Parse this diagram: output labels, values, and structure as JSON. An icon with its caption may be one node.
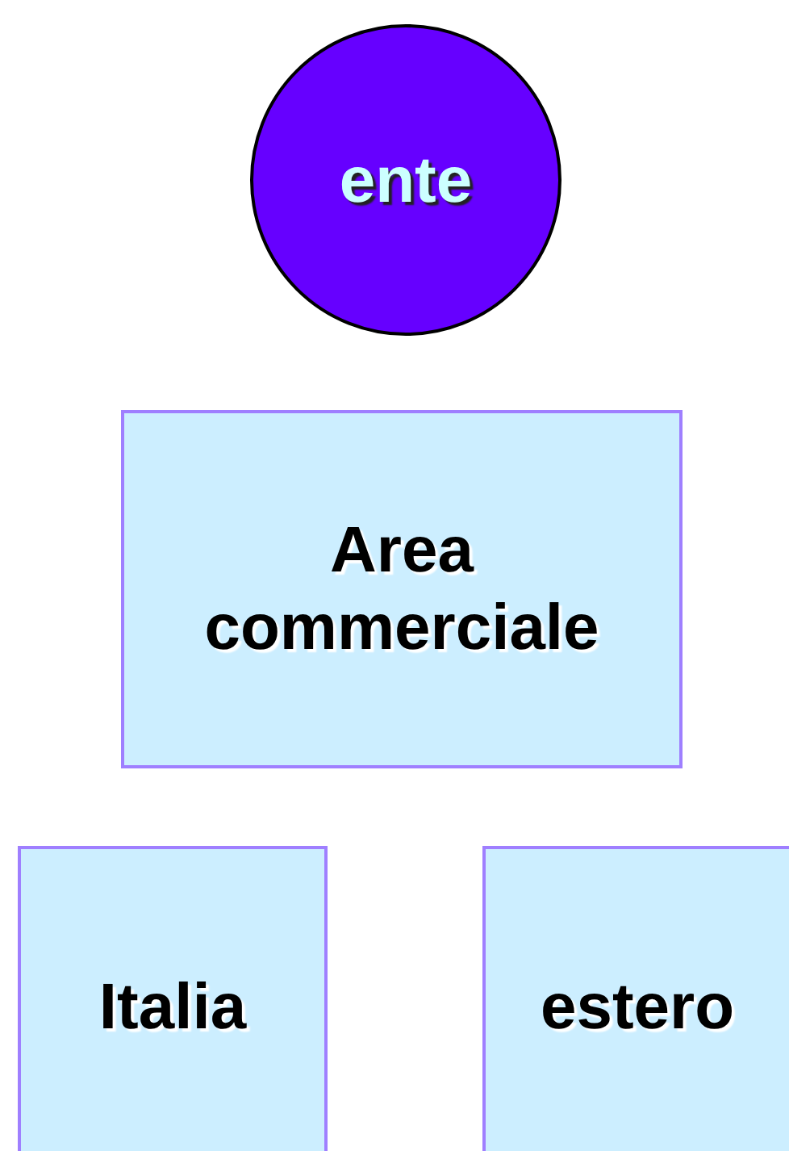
{
  "diagram": {
    "nodes": [
      {
        "text": [
          "ente"
        ]
      },
      {
        "text": [
          "Area commerciale"
        ]
      },
      {
        "text": [
          "Italia"
        ]
      },
      {
        "text": [
          "estero"
        ]
      }
    ]
  }
}
